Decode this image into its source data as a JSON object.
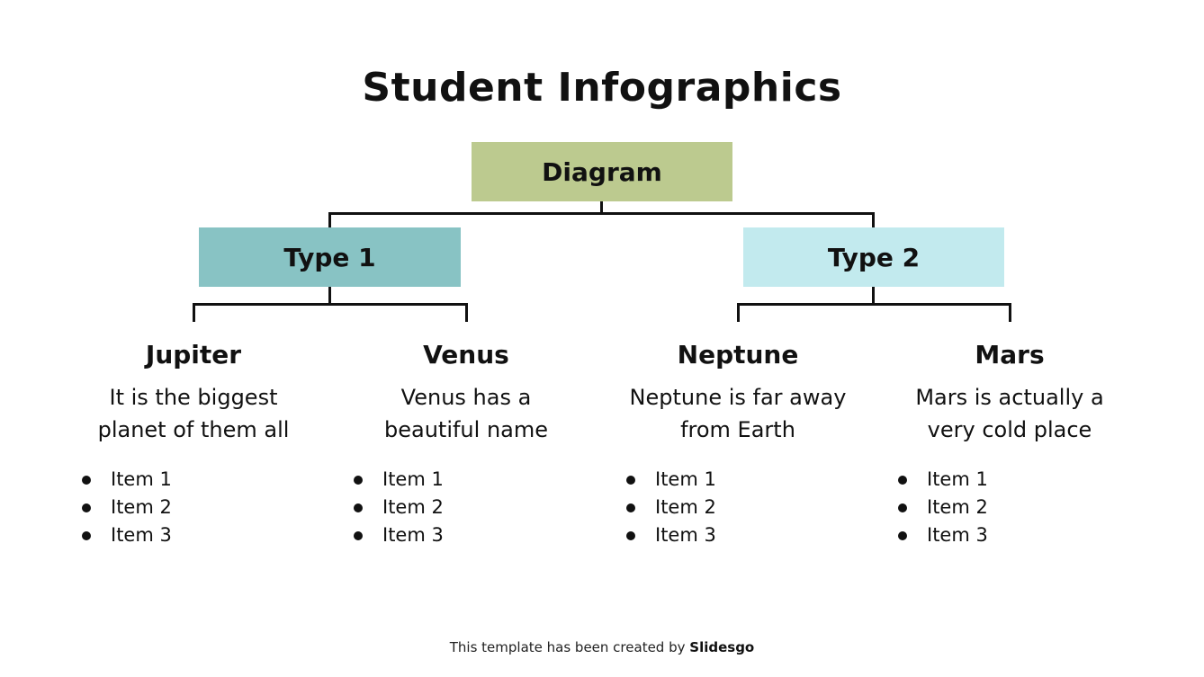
{
  "title": "Student Infographics",
  "root": {
    "label": "Diagram",
    "color": "#bcca8f"
  },
  "types": [
    {
      "label": "Type 1",
      "color": "#88c3c4"
    },
    {
      "label": "Type 2",
      "color": "#c2eaee"
    }
  ],
  "columns": [
    {
      "title": "Jupiter",
      "desc_line1": "It is the biggest",
      "desc_line2": "planet of them all",
      "items": [
        "Item 1",
        "Item 2",
        "Item 3"
      ]
    },
    {
      "title": "Venus",
      "desc_line1": "Venus has a",
      "desc_line2": "beautiful name",
      "items": [
        "Item 1",
        "Item 2",
        "Item 3"
      ]
    },
    {
      "title": "Neptune",
      "desc_line1": "Neptune is far away",
      "desc_line2": "from Earth",
      "items": [
        "Item 1",
        "Item 2",
        "Item 3"
      ]
    },
    {
      "title": "Mars",
      "desc_line1": "Mars is actually a",
      "desc_line2": "very cold place",
      "items": [
        "Item 1",
        "Item 2",
        "Item 3"
      ]
    }
  ],
  "footer": {
    "prefix": "This template has been created by ",
    "brand": "Slidesgo"
  }
}
